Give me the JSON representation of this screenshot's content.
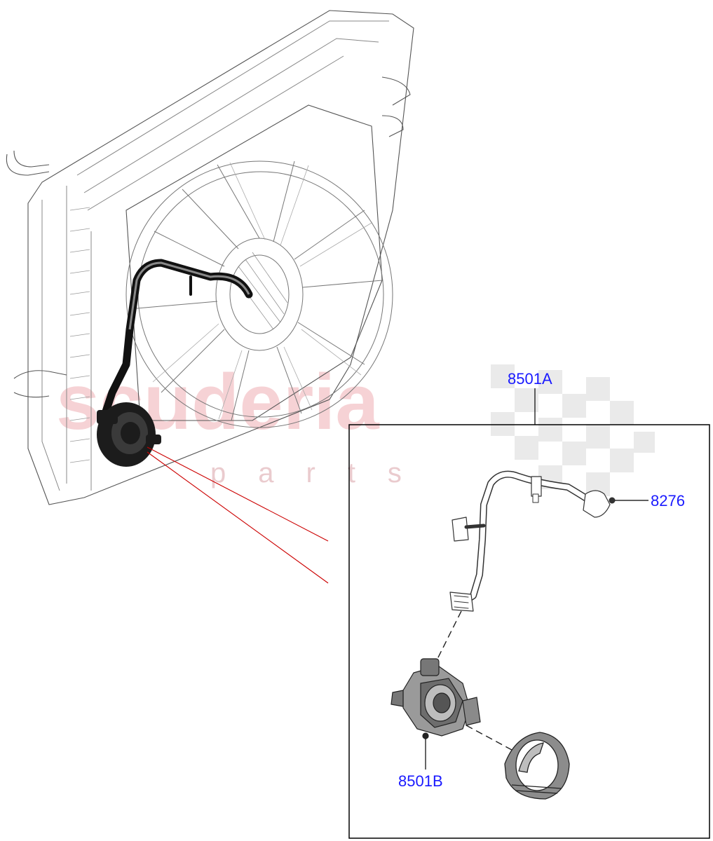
{
  "watermark": {
    "brand": "scuderia",
    "sub": "parts"
  },
  "callouts": {
    "main_assembly": "8501A",
    "clip": "8276",
    "pump": "8501B"
  },
  "colors": {
    "callout_text": "#1a1aff",
    "leader_lines": "#cc0000",
    "watermark": "#f3c4c8"
  }
}
